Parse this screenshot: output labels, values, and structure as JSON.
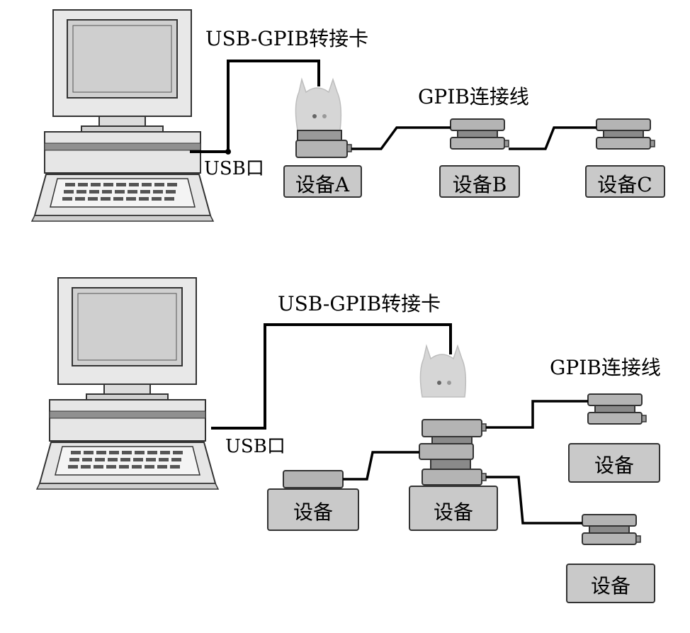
{
  "diagram_top": {
    "usb_gpib_adapter_label": "USB-GPIB转接卡",
    "gpib_cable_label": "GPIB连接线",
    "usb_port_label": "USB口",
    "devices": [
      "设备A",
      "设备B",
      "设备C"
    ]
  },
  "diagram_bottom": {
    "usb_gpib_adapter_label": "USB-GPIB转接卡",
    "gpib_cable_label": "GPIB连接线",
    "usb_port_label": "USB口",
    "devices": [
      "设备",
      "设备",
      "设备",
      "设备"
    ]
  },
  "colors": {
    "device_fill": "#c9c9c9",
    "connector_fill": "#aaaaaa",
    "connector_dark": "#8a8a8a",
    "adapter_fill": "#d8d8d8",
    "cable": "#000000",
    "monitor_screen": "#d0d0d0"
  }
}
